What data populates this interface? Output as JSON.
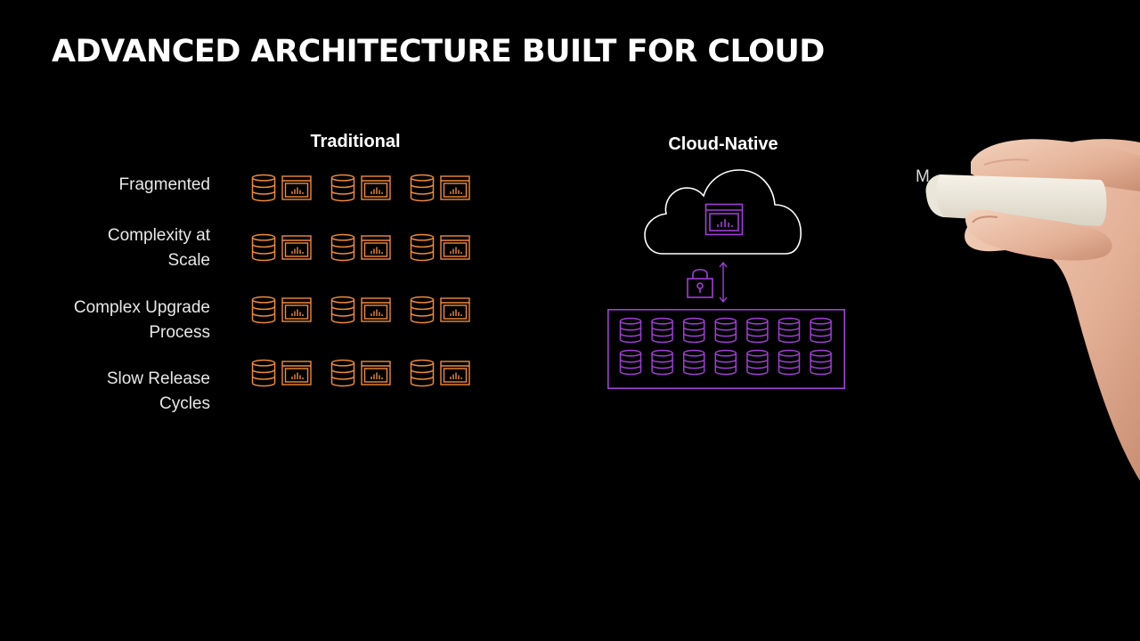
{
  "slide": {
    "title": "ADVANCED ARCHITECTURE BUILT FOR CLOUD"
  },
  "traditional": {
    "heading": "Traditional",
    "rows": [
      {
        "label_lines": [
          "Fragmented"
        ]
      },
      {
        "label_lines": [
          "Complexity at",
          "Scale"
        ]
      },
      {
        "label_lines": [
          "Complex Upgrade",
          "Process"
        ]
      },
      {
        "label_lines": [
          "Slow Release",
          "Cycles"
        ]
      }
    ],
    "pairs_per_row": 3
  },
  "cloud_native": {
    "heading": "Cloud-Native",
    "partial_text": "M",
    "db_grid": {
      "rows": 2,
      "cols": 7
    }
  },
  "colors": {
    "background": "#000000",
    "traditional_icons": "#f08a3c",
    "cloud_native_icons": "#a03fd6",
    "cloud_outline": "#ffffff",
    "text": "#ffffff"
  },
  "icons": [
    "database-icon",
    "dashboard-window-icon",
    "cloud-icon",
    "lock-icon",
    "bidirectional-arrow-icon",
    "chalk-hand-image"
  ]
}
